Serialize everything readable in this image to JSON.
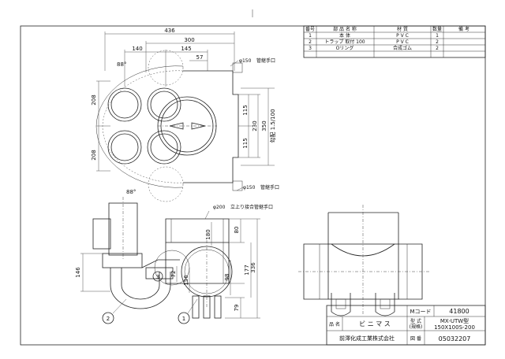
{
  "parts_table": {
    "headers": [
      "番号",
      "部 品 名 称",
      "材 質",
      "数量",
      "備 考"
    ],
    "rows": [
      [
        "1",
        "本 体",
        "P V C",
        "1",
        ""
      ],
      [
        "2",
        "トラップ 取付 100",
        "P V C",
        "2",
        ""
      ],
      [
        "3",
        "Oリング",
        "合成ゴム",
        "2",
        ""
      ]
    ]
  },
  "title_block": {
    "mcode_label": "Mコード",
    "mcode_value": "41800",
    "name_label": "品 名",
    "name_value": "ビ ニ マ ス",
    "model_label": "型 式",
    "model_sub_label": "(規格)",
    "model_value_1": "MX-UTW型",
    "model_value_2": "150X100S-200",
    "company": "前澤化成工業株式会社",
    "drawing_no_label": "図 番",
    "drawing_no": "05032207"
  },
  "dimensions": {
    "top_view": {
      "overall_width": "436",
      "width_300": "300",
      "width_140": "140",
      "width_145": "145",
      "width_57": "57",
      "height_208_upper": "208",
      "height_208_lower": "208",
      "height_115_a": "115",
      "height_115_b": "115",
      "height_230": "230",
      "height_350": "350",
      "slope_label": "勾配 1.5/100",
      "angle_upper": "88°",
      "angle_lower": "88°",
      "pipe_top": "φ150",
      "pipe_top_note": "管継手口",
      "pipe_bottom": "φ150",
      "pipe_bottom_note": "管継手口"
    },
    "side_view": {
      "riser": "φ200",
      "riser_note": "立上り接合管継手口",
      "dim_180": "180",
      "dim_80": "80",
      "dim_336": "336",
      "dim_177": "177",
      "dim_98": "98",
      "dim_156": "156",
      "dim_72": "72",
      "dim_79": "79",
      "dim_146": "146"
    }
  },
  "callouts": [
    "1",
    "2",
    "3"
  ]
}
